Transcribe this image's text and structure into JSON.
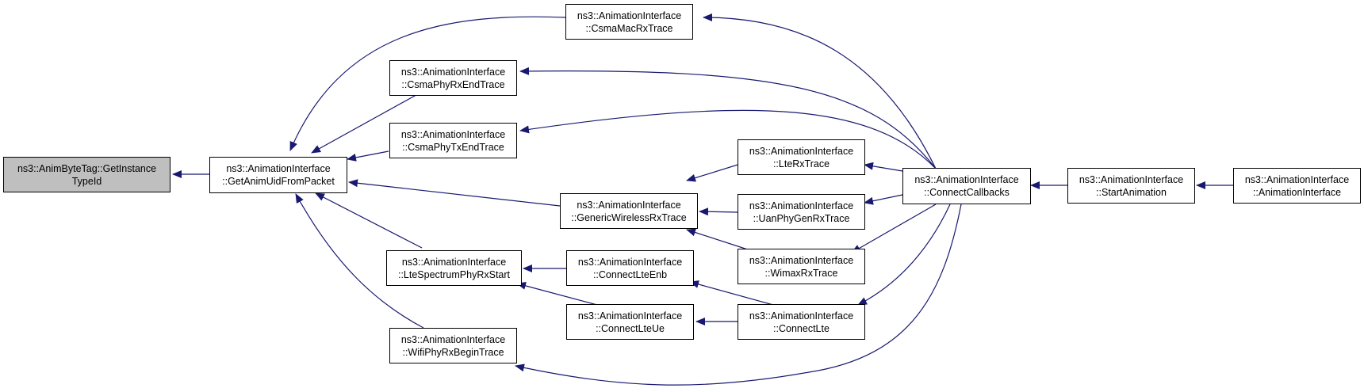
{
  "colors": {
    "edge": "#191970",
    "node_border": "#000000",
    "root_fill": "#bfbfbf",
    "node_fill": "#ffffff"
  },
  "nodes": {
    "root": {
      "l1": "ns3::AnimByteTag::GetInstance",
      "l2": "TypeId"
    },
    "getanimuid": {
      "l1": "ns3::AnimationInterface",
      "l2": "::GetAnimUidFromPacket"
    },
    "csmamacrx": {
      "l1": "ns3::AnimationInterface",
      "l2": "::CsmaMacRxTrace"
    },
    "csmaphyrxend": {
      "l1": "ns3::AnimationInterface",
      "l2": "::CsmaPhyRxEndTrace"
    },
    "csmaphytxend": {
      "l1": "ns3::AnimationInterface",
      "l2": "::CsmaPhyTxEndTrace"
    },
    "genericwirelessrx": {
      "l1": "ns3::AnimationInterface",
      "l2": "::GenericWirelessRxTrace"
    },
    "ltespectrumphyrx": {
      "l1": "ns3::AnimationInterface",
      "l2": "::LteSpectrumPhyRxStart"
    },
    "wifiphyrxbegin": {
      "l1": "ns3::AnimationInterface",
      "l2": "::WifiPhyRxBeginTrace"
    },
    "lterx": {
      "l1": "ns3::AnimationInterface",
      "l2": "::LteRxTrace"
    },
    "uanphygenrx": {
      "l1": "ns3::AnimationInterface",
      "l2": "::UanPhyGenRxTrace"
    },
    "wimaxrx": {
      "l1": "ns3::AnimationInterface",
      "l2": "::WimaxRxTrace"
    },
    "connectlteenb": {
      "l1": "ns3::AnimationInterface",
      "l2": "::ConnectLteEnb"
    },
    "connectlteue": {
      "l1": "ns3::AnimationInterface",
      "l2": "::ConnectLteUe"
    },
    "connectlte": {
      "l1": "ns3::AnimationInterface",
      "l2": "::ConnectLte"
    },
    "connectcallbacks": {
      "l1": "ns3::AnimationInterface",
      "l2": "::ConnectCallbacks"
    },
    "startanimation": {
      "l1": "ns3::AnimationInterface",
      "l2": "::StartAnimation"
    },
    "animationinterface": {
      "l1": "ns3::AnimationInterface",
      "l2": "::AnimationInterface"
    }
  }
}
